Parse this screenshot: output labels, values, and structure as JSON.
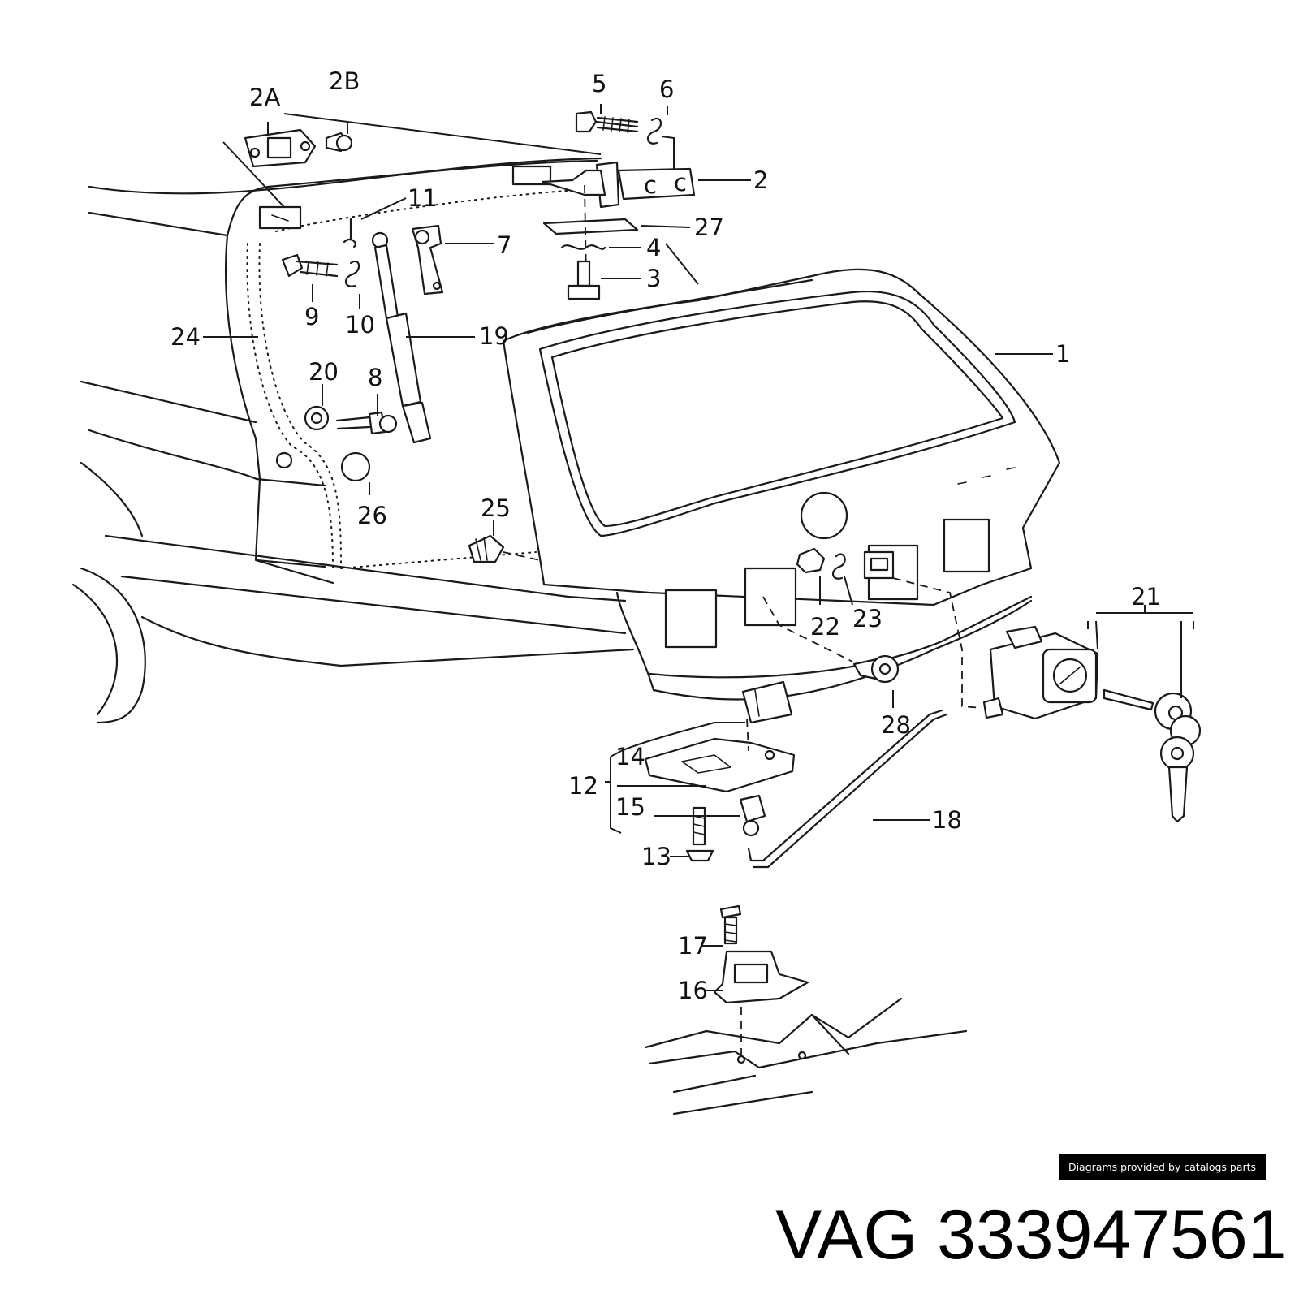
{
  "callouts": {
    "c1": "1",
    "c2": "2",
    "c2a": "2A",
    "c2b": "2B",
    "c3": "3",
    "c4": "4",
    "c5": "5",
    "c6": "6",
    "c7": "7",
    "c8": "8",
    "c9": "9",
    "c10": "10",
    "c11": "11",
    "c12": "12",
    "c13": "13",
    "c14": "14",
    "c15": "15",
    "c16": "16",
    "c17": "17",
    "c18": "18",
    "c19": "19",
    "c20": "20",
    "c21": "21",
    "c22": "22",
    "c23": "23",
    "c24": "24",
    "c25": "25",
    "c26": "26",
    "c27": "27",
    "c28": "28"
  },
  "credit": "Diagrams provided by catalogs parts",
  "title": "VAG 333947561"
}
